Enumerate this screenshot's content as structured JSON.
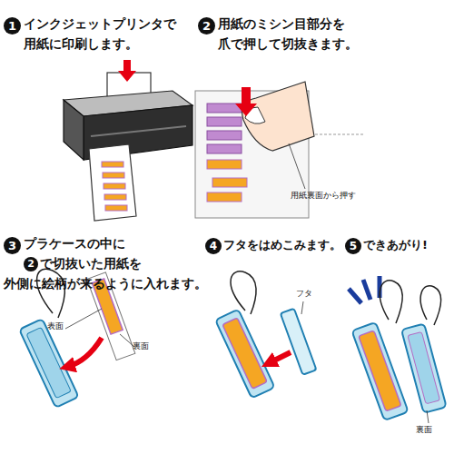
{
  "diagram": {
    "labels": [
      "1",
      "インクジェットプリンタで",
      "用紙に印刷します。",
      "2",
      "用紙のミシン目部分を",
      "爪で押して切抜きます。",
      "用紙裏面から押す",
      "3",
      "プラケースの中に",
      "2",
      "で切抜いた用紙を",
      "外側に絵柄が来るように入れます。",
      "表面",
      "裏面",
      "4",
      "フタをはめこみます。",
      "5",
      "できあがり!",
      "フタ",
      "裏面"
    ]
  }
}
